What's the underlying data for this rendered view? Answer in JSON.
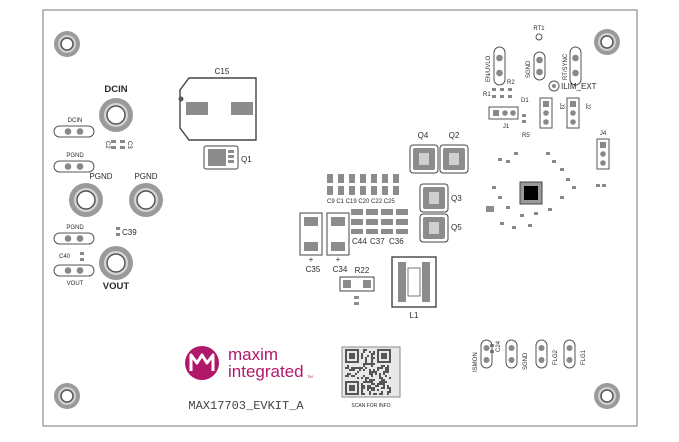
{
  "board_name": "MAX17703_EVKIT_A",
  "brand": {
    "line1": "maxim",
    "line2": "integrated",
    "mark": "TM",
    "logo_color": "#b0186a"
  },
  "qr": {
    "caption": "SCAN FOR INFO"
  },
  "connectors": {
    "dcin": "DCIN",
    "pgnd_top": "PGND",
    "pgnd_right": "PGND",
    "vout": "VOUT"
  },
  "jumpers_left": {
    "dcin": "DCIN",
    "pgnd1": "PGND",
    "pgnd2": "PGND",
    "vout": "VOUT"
  },
  "headers": {
    "en_uvlo": "EN/UVLO",
    "sgnd_top": "SGND",
    "rt_sync": "RT/SYNC",
    "ilim_ext": "ILIM_EXT",
    "rt1": "RT1",
    "ismon": "ISMON",
    "sgnd_bottom": "SGND",
    "flg2": "FLG2",
    "flg1": "FLG1",
    "j1": "J1",
    "j3": "J3",
    "j2": "J2",
    "j4": "J4"
  },
  "refdes": {
    "c15": "C15",
    "q1": "Q1",
    "q4": "Q4",
    "q2": "Q2",
    "q3": "Q3",
    "q5": "Q5",
    "c2c3": "C2",
    "c3": "C3",
    "c39": "C39",
    "c40": "C40",
    "c35": "C35",
    "c34": "C34",
    "r22": "R22",
    "l1": "L1",
    "r2": "R2",
    "r1": "R1",
    "d1": "D1",
    "r5": "R5",
    "c44": "C44",
    "c37": "C37",
    "c36": "C36",
    "c24": "C24",
    "cap_row": "C9  C1  C19 C20 C22 C25",
    "plus": "+"
  },
  "colors": {
    "silk": "#2b2b2b",
    "pad": "#8c8c8c",
    "pad_light": "#bdbdbd",
    "board_edge": "#7a7a7a"
  }
}
